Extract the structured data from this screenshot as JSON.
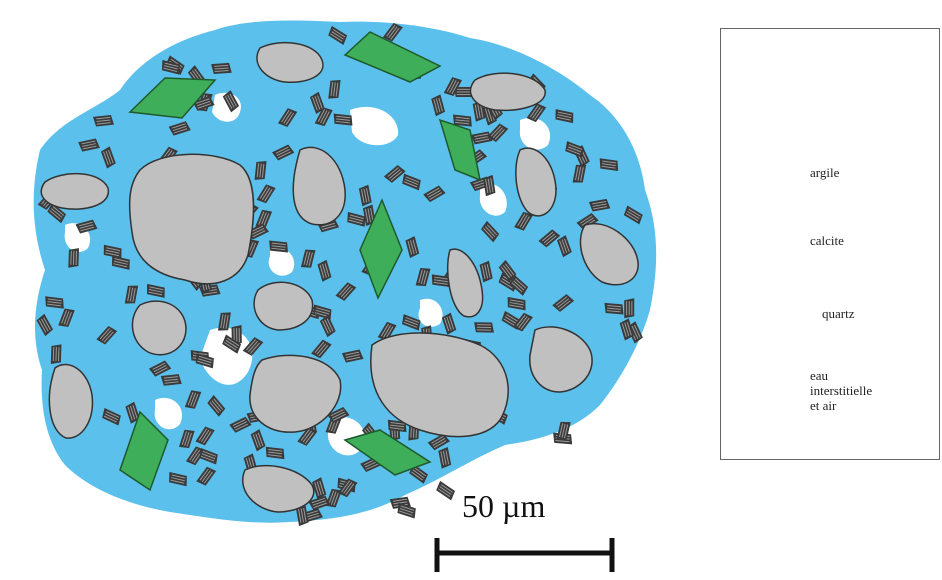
{
  "legend": {
    "items": [
      {
        "key": "argile",
        "label": "argile",
        "icon": "clay-platelet-icon"
      },
      {
        "key": "calcite",
        "label": "calcite",
        "icon": "calcite-rhombus-icon"
      },
      {
        "key": "quartz",
        "label": "quartz",
        "icon": "quartz-grain-icon"
      },
      {
        "key": "eau",
        "label_lines": [
          "eau",
          "interstitielle",
          "et air"
        ],
        "icon": "pore-water-icon"
      }
    ]
  },
  "scale_bar": {
    "label": "50 µm"
  },
  "colors": {
    "water": "#5bc0eb",
    "quartz": "#c0c0c0",
    "quartz_edge": "#333333",
    "calcite": "#3fae5a",
    "calcite_edge": "#1e5a2b",
    "clay_dark": "#3a3a3a",
    "clay_light": "#9a9a9a",
    "scale_bar": "#111111"
  }
}
